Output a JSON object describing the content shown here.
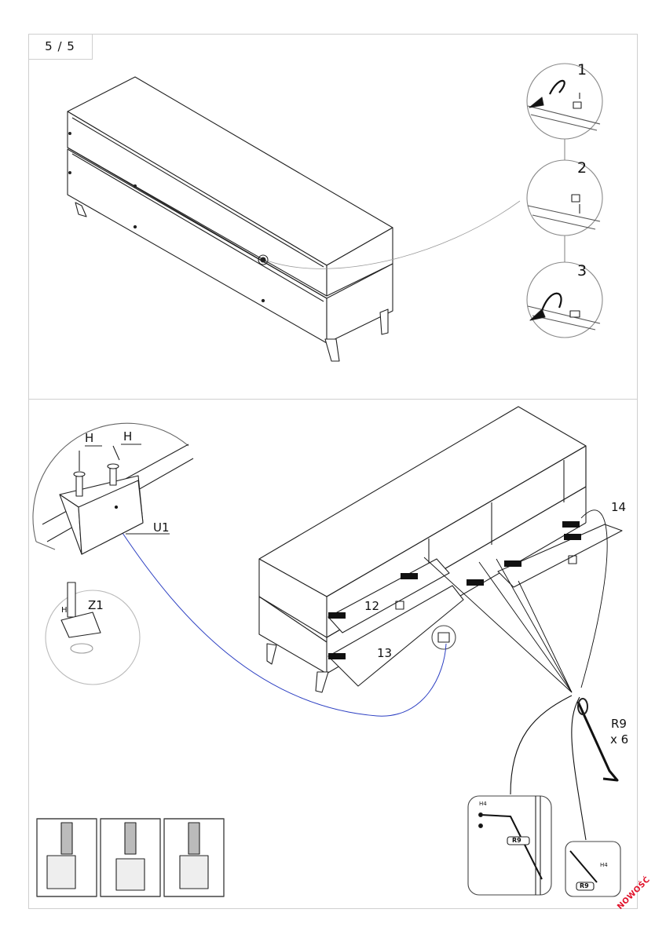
{
  "page": {
    "label": "5 / 5"
  },
  "top_section": {
    "steps": [
      "1",
      "2",
      "3"
    ]
  },
  "bottom_section": {
    "detail_labels": {
      "screw_left": "H",
      "screw_right": "H",
      "bracket": "U1",
      "hinge": "Z1",
      "hinge_screw": "H"
    },
    "part_labels": {
      "door_left": "12",
      "door_bottom": "13",
      "door_right": "14"
    },
    "tool": {
      "label": "R9",
      "quantity": "x 6"
    },
    "detail_left": {
      "screw": "H4",
      "tool": "R9"
    },
    "detail_right": {
      "screw": "H4",
      "tool": "R9"
    }
  },
  "brand_badge": "NOWOŚĆ"
}
